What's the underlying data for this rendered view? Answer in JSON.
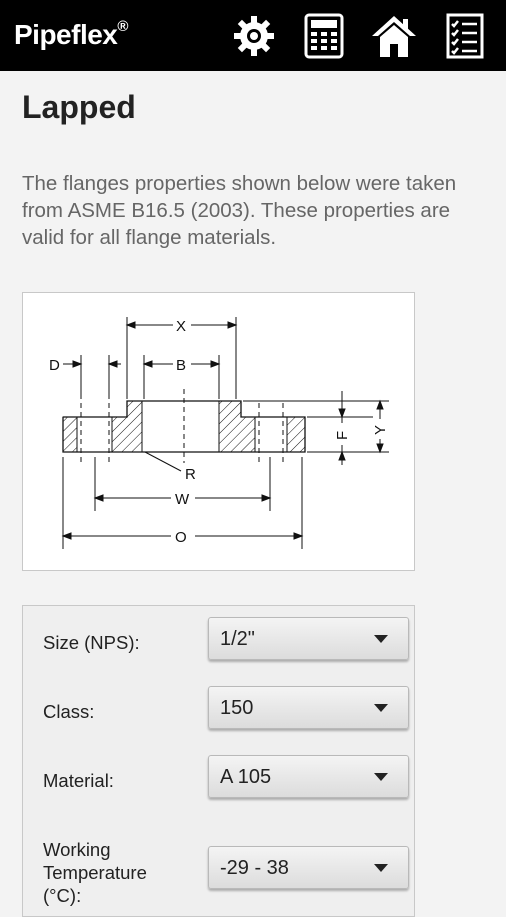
{
  "app": {
    "brand": "Pipeflex",
    "brand_mark": "®"
  },
  "toolbar": {
    "icons": [
      "gear-icon",
      "calculator-icon",
      "home-icon",
      "checklist-icon"
    ]
  },
  "page": {
    "title": "Lapped",
    "intro": "The flanges properties shown below were taken from ASME B16.5 (2003). These properties are valid for all flange materials."
  },
  "diagram": {
    "labels": {
      "x": "X",
      "b": "B",
      "d": "D",
      "f": "F",
      "y": "Y",
      "r": "R",
      "w": "W",
      "o": "O"
    }
  },
  "form": {
    "size": {
      "label": "Size (NPS):",
      "value": "1/2\""
    },
    "class": {
      "label": "Class:",
      "value": "150"
    },
    "material": {
      "label": "Material:",
      "value": "A 105"
    },
    "temperature": {
      "label_line1": "Working",
      "label_line2": "Temperature",
      "label_line3": "(°C):",
      "value": "-29 - 38"
    }
  },
  "colors": {
    "topbar": "#000000",
    "background": "#f3f3f3",
    "text_muted": "#666666"
  }
}
